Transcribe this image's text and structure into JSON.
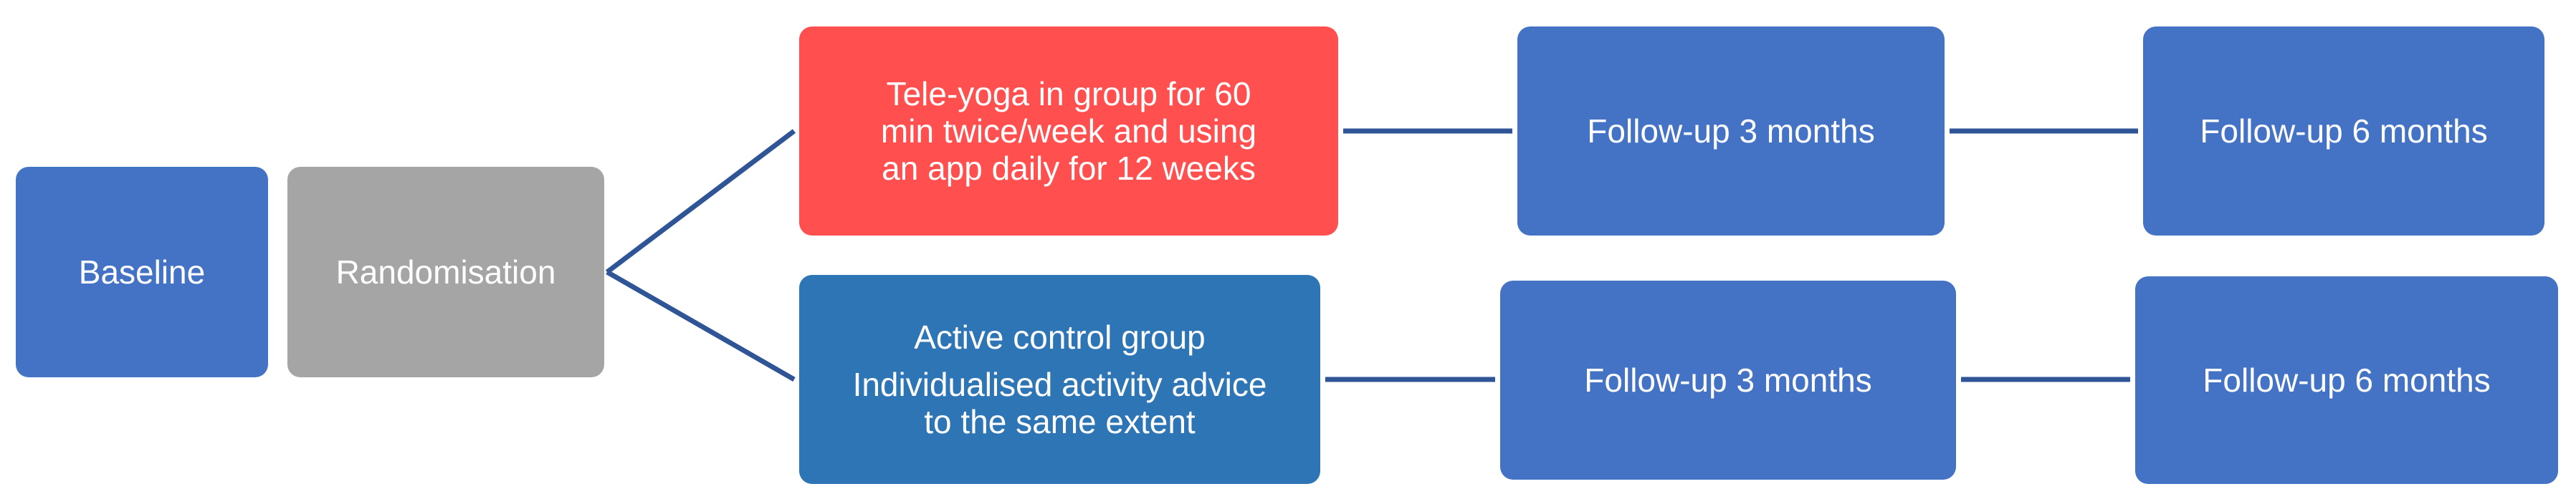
{
  "colors": {
    "blue": "#4472C4",
    "grey": "#A5A5A5",
    "red": "#FF4F4F",
    "teal_blue": "#2E75B6",
    "connector": "#2F5597"
  },
  "boxes": {
    "baseline": {
      "label": "Baseline"
    },
    "randomisation": {
      "label": "Randomisation"
    },
    "teleyoga": {
      "lines": [
        "Tele-yoga in group for 60",
        "min twice/week and using",
        "an app daily for 12 weeks"
      ]
    },
    "control": {
      "title": "Active control group",
      "lines": [
        "Individualised activity advice",
        "to the same extent"
      ]
    },
    "fu3_top": {
      "label": "Follow-up 3 months"
    },
    "fu6_top": {
      "label": "Follow-up 6 months"
    },
    "fu3_bottom": {
      "label": "Follow-up 3 months"
    },
    "fu6_bottom": {
      "label": "Follow-up 6 months"
    }
  }
}
